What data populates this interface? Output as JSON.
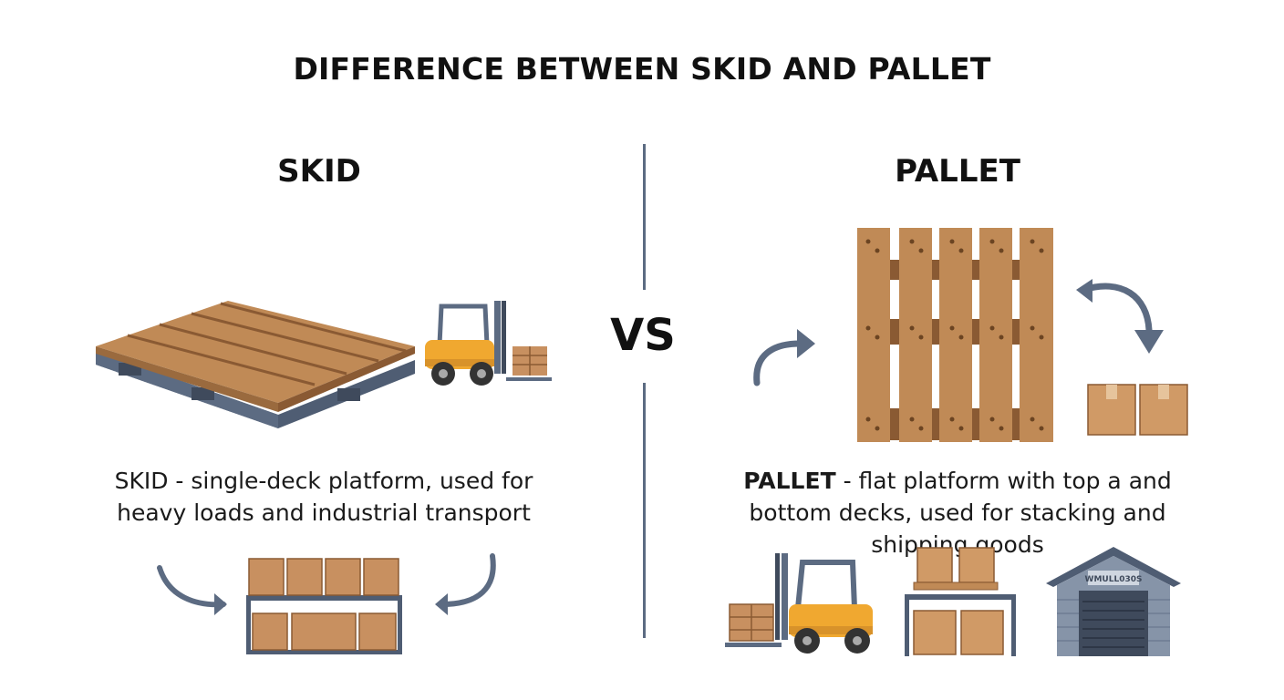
{
  "title": "DIFFERENCE BETWEEN SKID AND PALLET",
  "vs_label": "VS",
  "skid": {
    "heading": "SKID",
    "term": "SKID",
    "description": " - single-deck platform, used for heavy loads and industrial transport"
  },
  "pallet": {
    "heading": "PALLET",
    "term": "PALLET",
    "description": " - flat platform with top a and bottom decks, used for stacking and shipping goods",
    "warehouse_sign": "WMULL030S"
  },
  "colors": {
    "wood": "#c08a56",
    "wood_dark": "#8a5a33",
    "steel": "#5c6b82",
    "forklift": "#f0a830",
    "arrow": "#5c6b82",
    "box": "#d09a66"
  }
}
